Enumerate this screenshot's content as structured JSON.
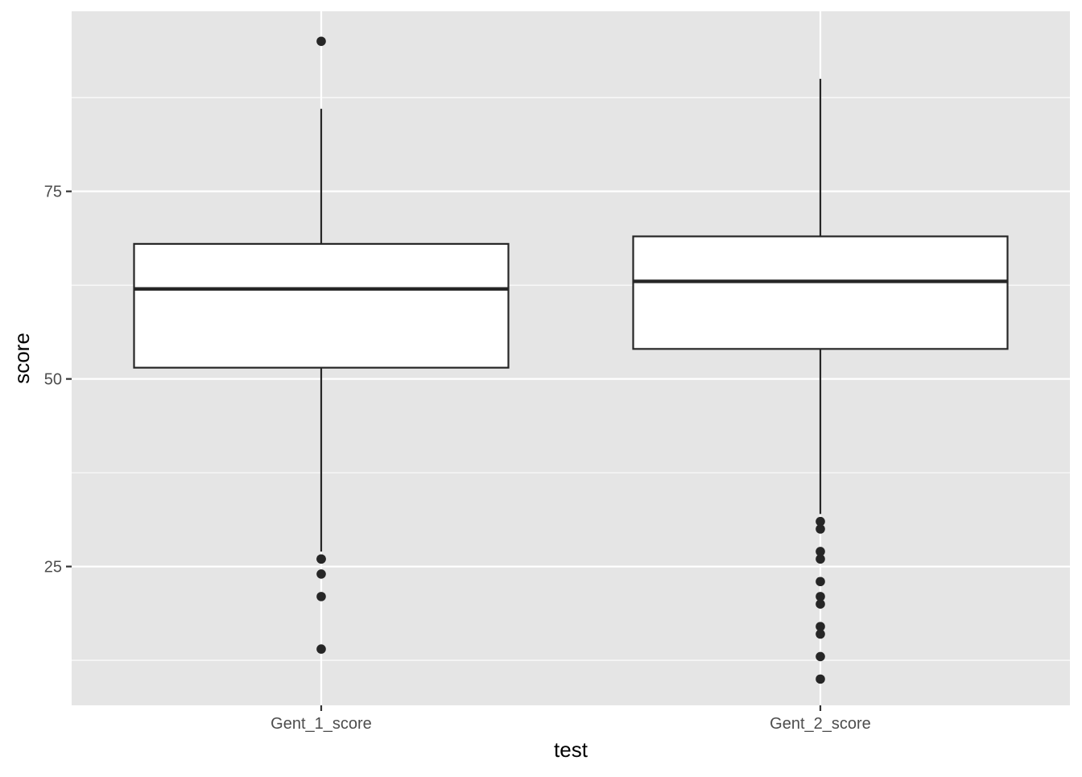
{
  "chart_data": {
    "type": "boxplot",
    "xlabel": "test",
    "ylabel": "score",
    "categories": [
      "Gent_1_score",
      "Gent_2_score"
    ],
    "ylim": [
      6.5,
      99
    ],
    "yticks": [
      25,
      50,
      75
    ],
    "ytick_labels": [
      "25",
      "50",
      "75"
    ],
    "minor_yticks": [
      12.5,
      37.5,
      62.5,
      87.5
    ],
    "grid": true,
    "boxes": [
      {
        "category": "Gent_1_score",
        "whisker_low": 27,
        "q1": 51.5,
        "median": 62,
        "q3": 68,
        "whisker_high": 86,
        "outliers": [
          95,
          26,
          26,
          24,
          21,
          14
        ]
      },
      {
        "category": "Gent_2_score",
        "whisker_low": 32,
        "q1": 54,
        "median": 63,
        "q3": 69,
        "whisker_high": 90,
        "outliers": [
          31,
          30,
          27,
          26,
          23,
          21,
          20,
          17,
          16,
          13,
          10
        ]
      }
    ],
    "colors": {
      "panel_background": "#e5e5e5",
      "grid": "#ffffff",
      "box_fill": "#ffffff",
      "box_stroke": "#262626",
      "point": "#262626"
    }
  }
}
